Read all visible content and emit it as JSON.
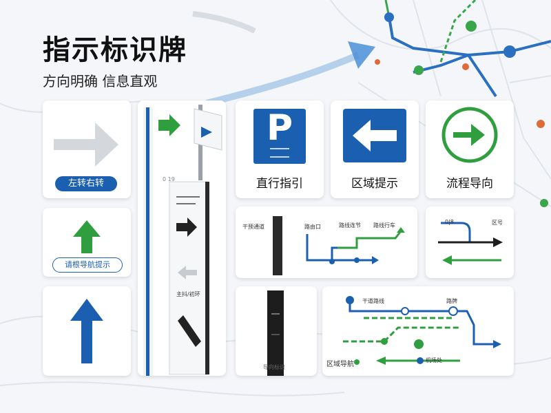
{
  "title": "指示标识牌",
  "subtitle": "方向明确 信息直观",
  "cards": {
    "turn": {
      "badge": "左转右转"
    },
    "parking": {
      "label": "直行指引",
      "sign_letter": "P"
    },
    "zone": {
      "label": "区域提示"
    },
    "flow": {
      "label": "流程导向"
    },
    "up": {
      "badge": "请根导航提示"
    },
    "tower": {
      "small": "0 19",
      "panel_text": "主抖/初环"
    },
    "pillar": {
      "small_a": "干预通道",
      "small_b": "导向标识"
    },
    "route1": {
      "n1": "路由口",
      "n2": "路线连节",
      "n3": "路线行车"
    },
    "lanes": {
      "t1": "0|8",
      "t2": "区号"
    },
    "routemap": {
      "stop1": "干道路线",
      "stop2": "路牌",
      "stop3": "区域导航",
      "stop4": "机场处"
    }
  },
  "colors": {
    "blue": "#1b5fb0",
    "green": "#2f9e3f",
    "grey": "#cfd3d8",
    "dark": "#1d1d1d"
  }
}
